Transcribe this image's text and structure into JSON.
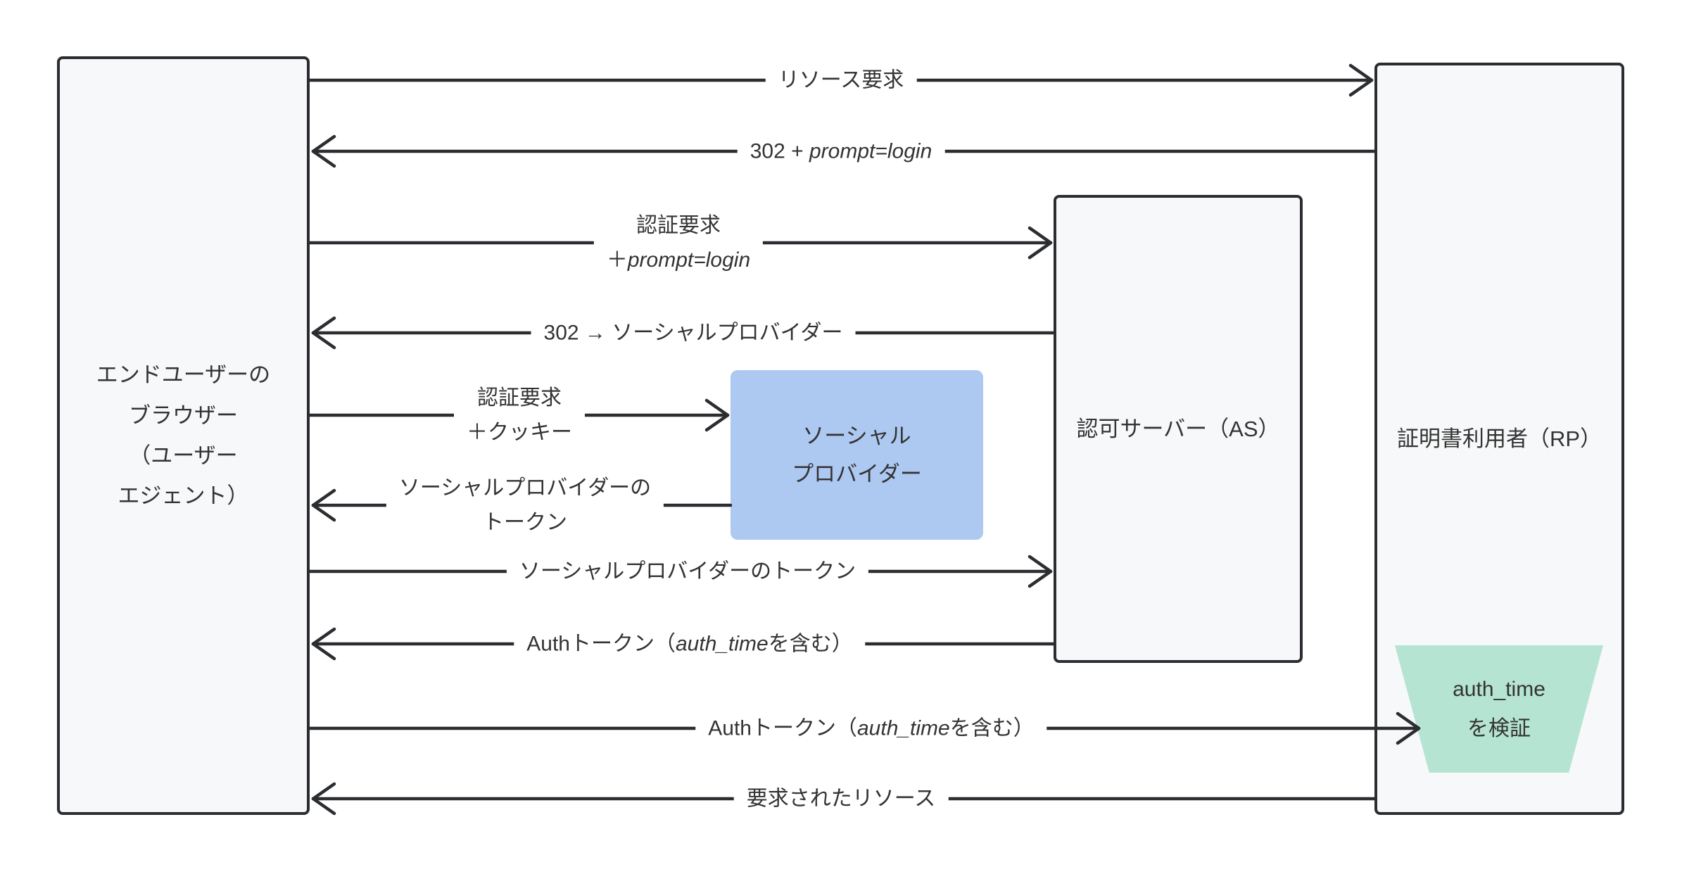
{
  "diagram": {
    "title": "prompt=login social login sequence",
    "colors": {
      "background": "#ffffff",
      "line": "#2b2d31",
      "box_fill": "#f7f8f9",
      "box_border": "#2b2d31",
      "social_provider_fill": "#adc9f1",
      "verify_fill": "#b5e4d2",
      "text": "#333333"
    },
    "nodes": {
      "browser": {
        "label_lines": [
          "エンドユーザーの",
          "ブラウザー",
          "（ユーザー",
          "エジェント）"
        ]
      },
      "auth_server": {
        "label": "認可サーバー（AS）"
      },
      "relying_party": {
        "label": "証明書利用者（RP）"
      },
      "social_provider": {
        "label_lines": [
          "ソーシャル",
          "プロバイダー"
        ]
      },
      "verify_auth_time": {
        "label_lines": [
          "auth_time",
          "を検証"
        ]
      }
    },
    "arrows": [
      {
        "from": "browser",
        "to": "relying_party",
        "direction": "right",
        "label_lines": [
          [
            {
              "t": "リソース要求"
            }
          ]
        ]
      },
      {
        "from": "relying_party",
        "to": "browser",
        "direction": "left",
        "label_lines": [
          [
            {
              "t": "302 + "
            },
            {
              "t": "prompt=login",
              "i": true
            }
          ]
        ]
      },
      {
        "from": "browser",
        "to": "auth_server",
        "direction": "right",
        "label_lines": [
          [
            {
              "t": "認証要求"
            }
          ],
          [
            {
              "t": "＋"
            },
            {
              "t": "prompt=login",
              "i": true
            }
          ]
        ]
      },
      {
        "from": "auth_server",
        "to": "browser",
        "direction": "left",
        "label_lines": [
          [
            {
              "t": "302 → ソーシャルプロバイダー"
            }
          ]
        ]
      },
      {
        "from": "browser",
        "to": "social_provider",
        "direction": "right",
        "label_lines": [
          [
            {
              "t": "認証要求"
            }
          ],
          [
            {
              "t": "＋クッキー"
            }
          ]
        ]
      },
      {
        "from": "social_provider",
        "to": "browser",
        "direction": "left",
        "label_lines": [
          [
            {
              "t": "ソーシャルプロバイダーの"
            }
          ],
          [
            {
              "t": "トークン"
            }
          ]
        ]
      },
      {
        "from": "browser",
        "to": "auth_server",
        "direction": "right",
        "label_lines": [
          [
            {
              "t": "ソーシャルプロバイダーのトークン"
            }
          ]
        ]
      },
      {
        "from": "auth_server",
        "to": "browser",
        "direction": "left",
        "label_lines": [
          [
            {
              "t": "Authトークン（"
            },
            {
              "t": "auth_time",
              "i": true
            },
            {
              "t": "を含む）"
            }
          ]
        ]
      },
      {
        "from": "browser",
        "to": "verify_auth_time",
        "direction": "right",
        "label_lines": [
          [
            {
              "t": "Authトークン（"
            },
            {
              "t": "auth_time",
              "i": true
            },
            {
              "t": "を含む）"
            }
          ]
        ]
      },
      {
        "from": "relying_party",
        "to": "browser",
        "direction": "left",
        "label_lines": [
          [
            {
              "t": "要求されたリソース"
            }
          ]
        ]
      }
    ]
  }
}
